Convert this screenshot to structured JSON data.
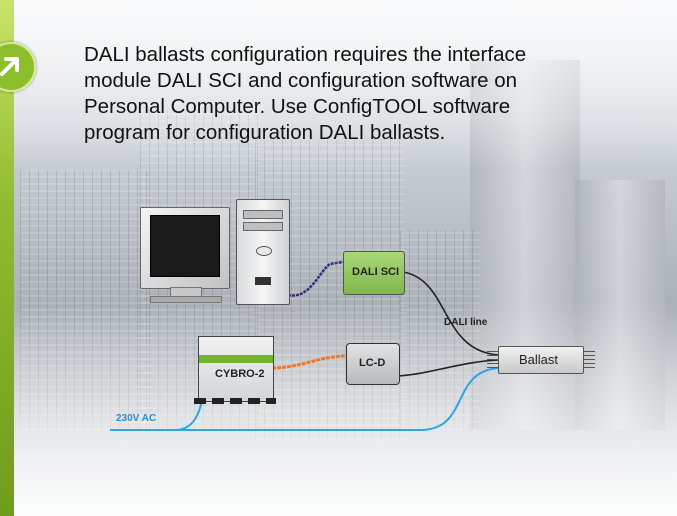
{
  "intro": {
    "line1": "DALI ballasts configuration requires the interface",
    "line2": "module DALI SCI and configuration software on",
    "line3": "Personal Computer. Use ConfigTOOL software",
    "line4": "program for configuration DALI ballasts."
  },
  "devices": {
    "dali_sci": "DALI SCI",
    "cybro": "CYBRO-2",
    "lcd": "LC-D",
    "ballast": "Ballast"
  },
  "wires": {
    "dali_line": "DALI line",
    "power": "230V AC"
  },
  "colors": {
    "accent_green": "#8cbf2b",
    "power_wire": "#2ea3e6",
    "usb_wire": "#3a2a8a",
    "serial_wire": "#f07a20",
    "dali_wire": "#222222"
  },
  "icons": {
    "badge": "arrow-up-right-icon"
  }
}
